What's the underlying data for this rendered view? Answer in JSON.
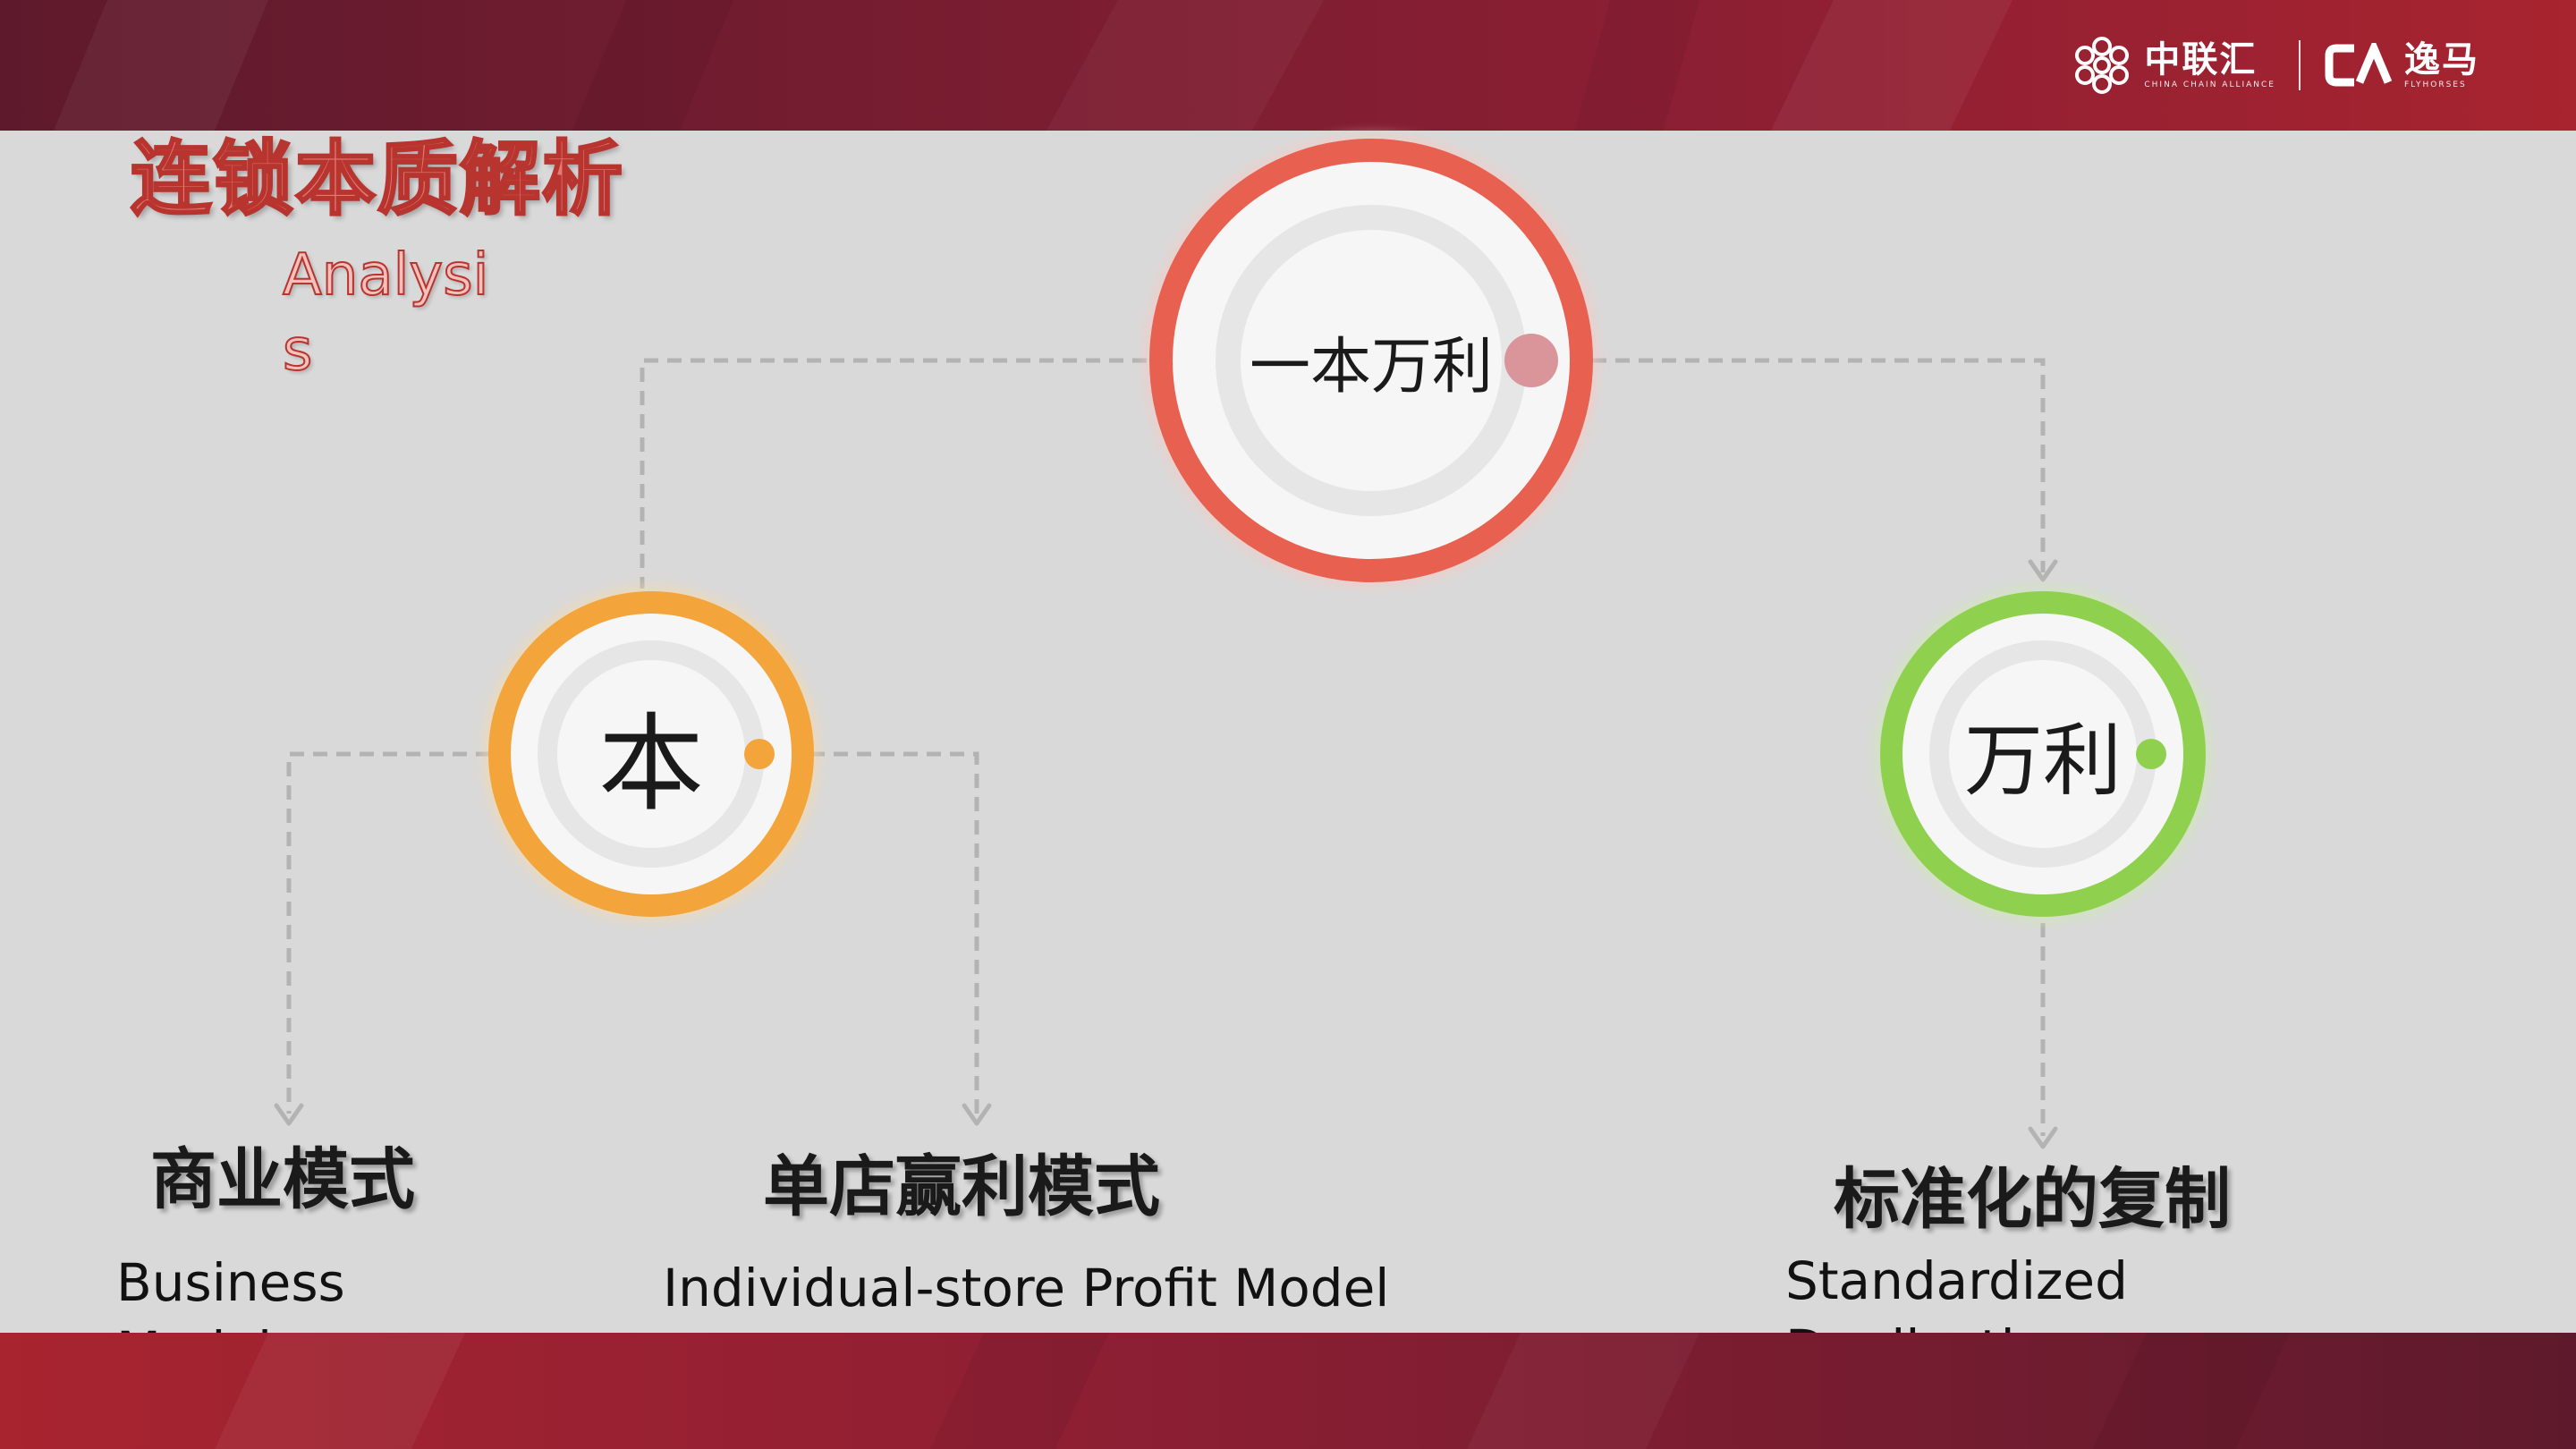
{
  "header": {
    "logo_left_name": "中联汇",
    "logo_left_sub": "CHINA CHAIN ALLIANCE",
    "logo_right_name": "逸马",
    "logo_right_sub": "FLYHORSES"
  },
  "title": {
    "cn": "连锁本质解析",
    "en": "Analysis"
  },
  "nodes": {
    "root": {
      "label": "一本万利",
      "color": "#e8604f"
    },
    "left": {
      "label": "本",
      "color": "#f3a43a"
    },
    "right": {
      "label": "万利",
      "color": "#8fd14f"
    }
  },
  "categories": {
    "business_model": {
      "cn": "商业模式",
      "en": "Business Model"
    },
    "store_profit": {
      "cn": "单店赢利模式",
      "en": "Individual-store Profit Model"
    },
    "duplication": {
      "cn": "标准化的复制",
      "en": "Standardized Duplication"
    }
  },
  "colors": {
    "band": "#8f1f33",
    "background": "#d9d9d9",
    "connector": "#b3b3b3",
    "title_fill": "#e37b74",
    "title_stroke": "#b8342f"
  }
}
